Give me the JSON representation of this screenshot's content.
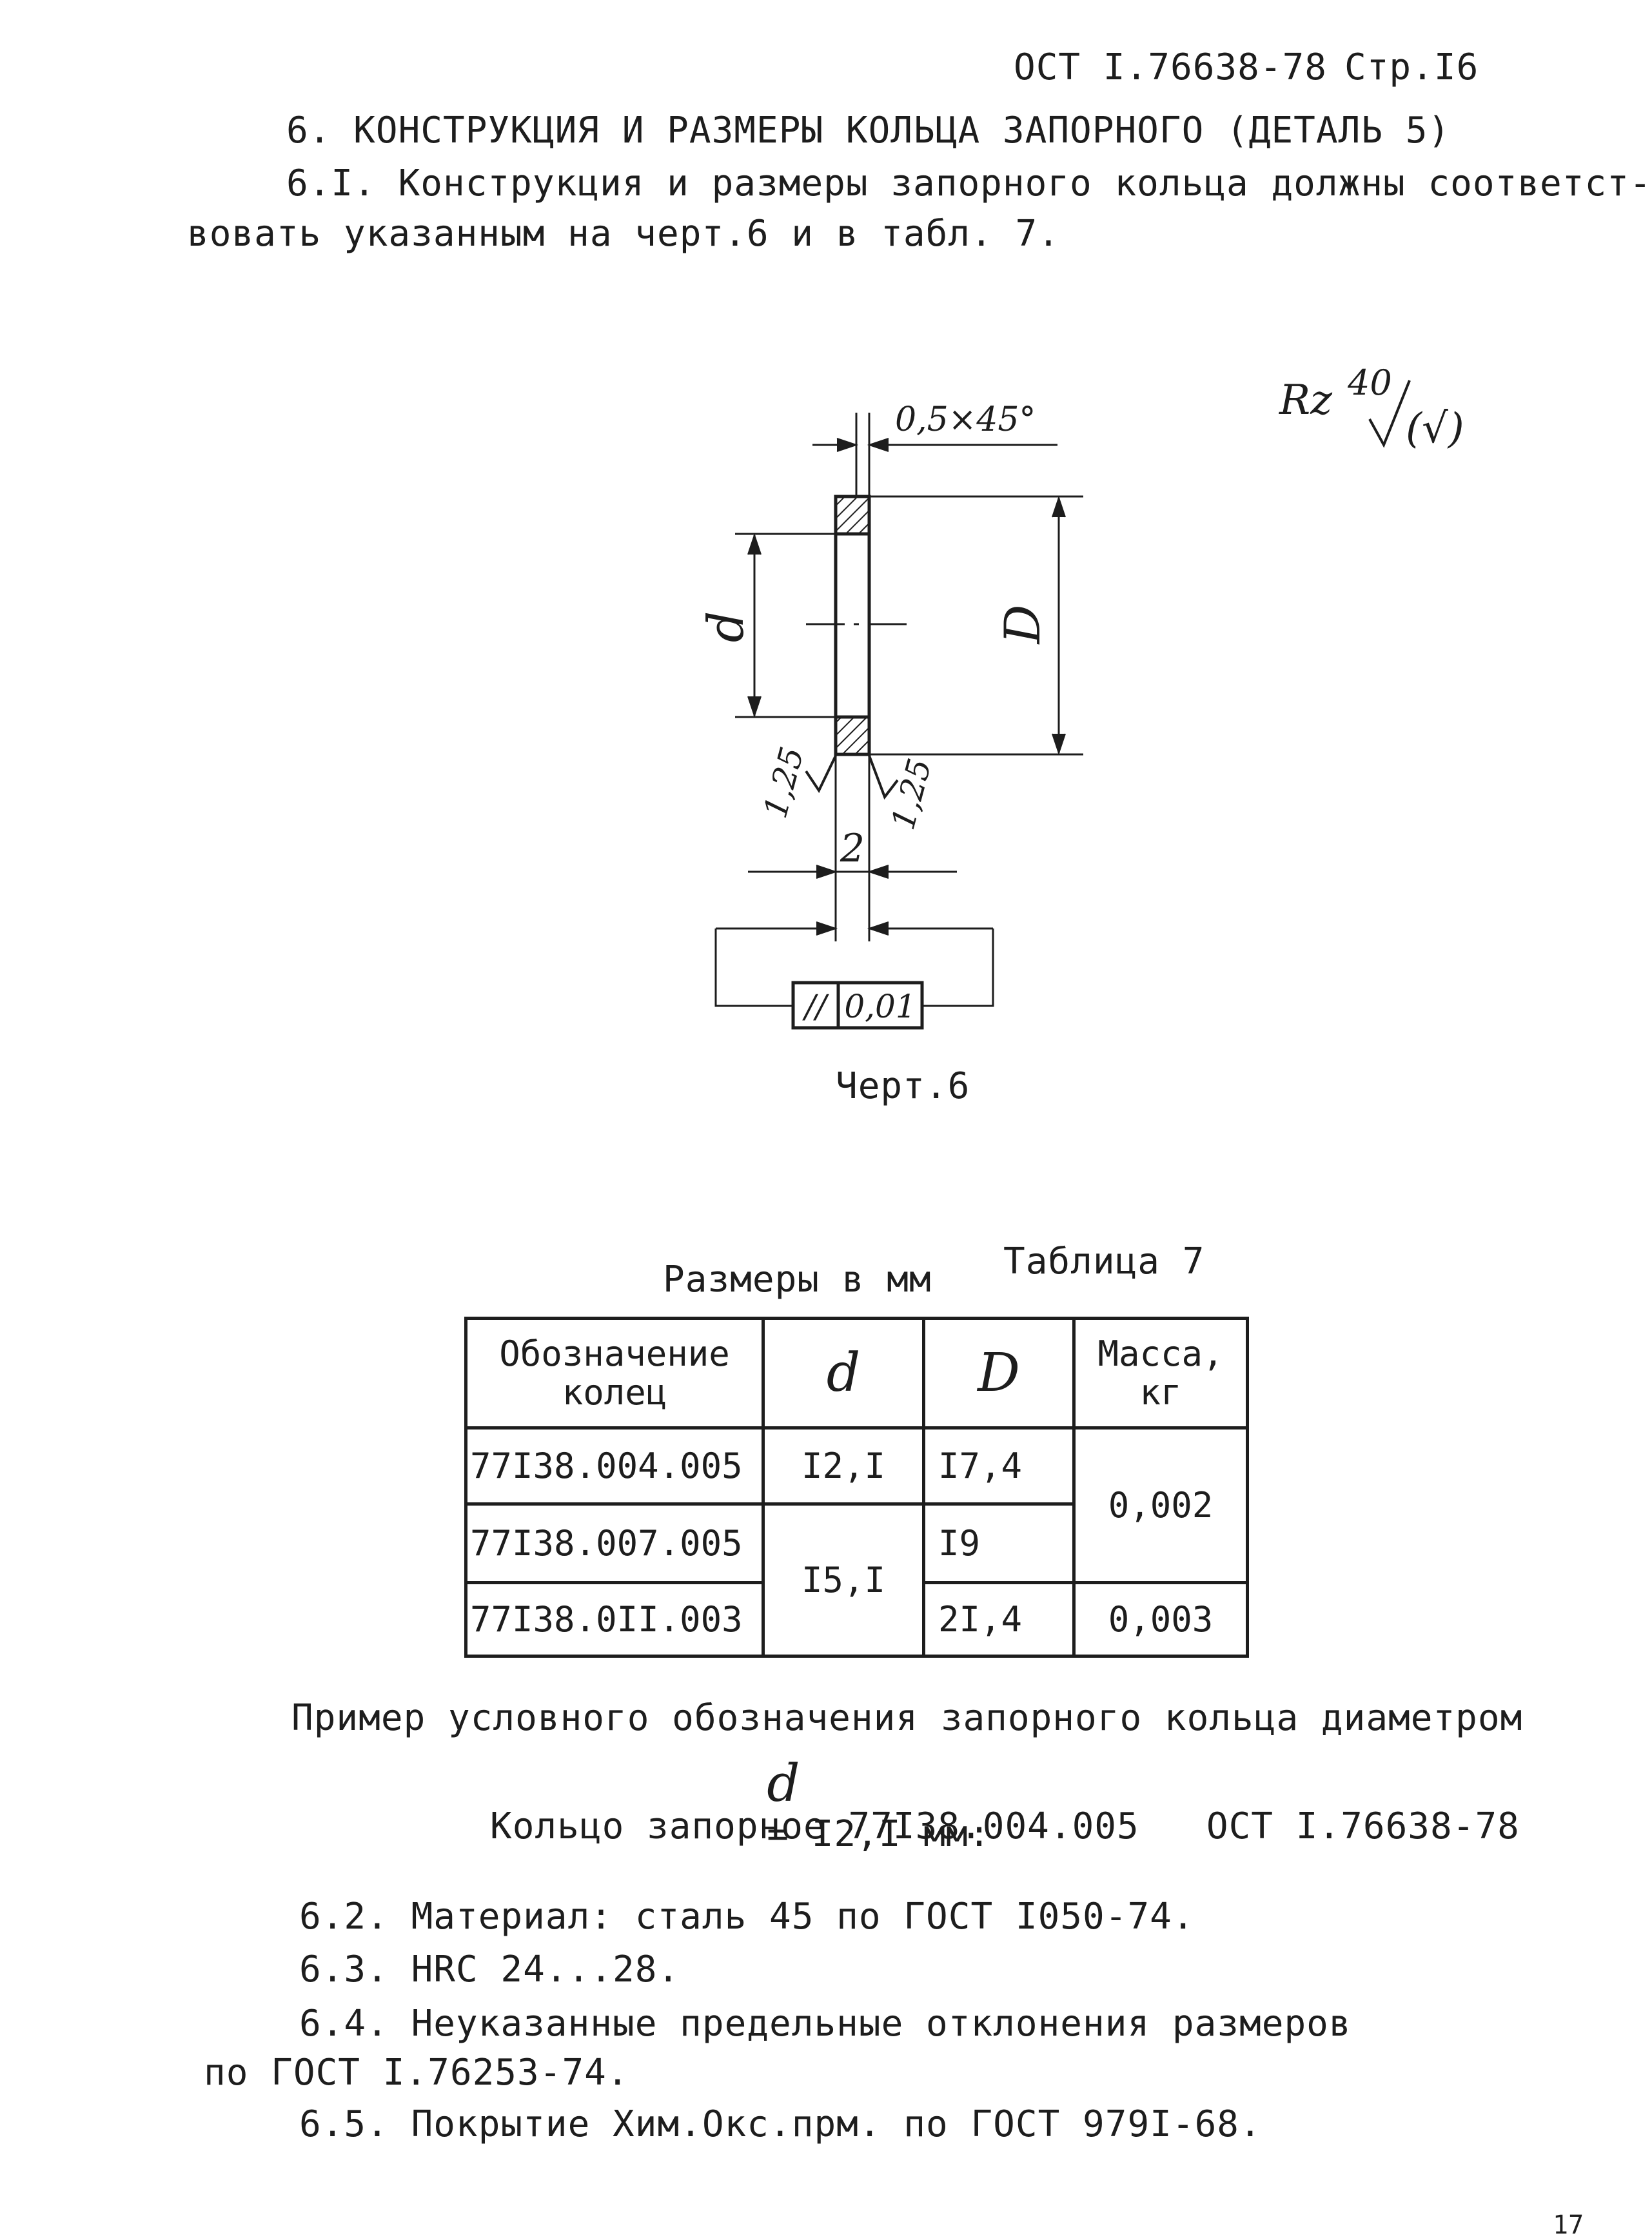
{
  "header": {
    "doc": "ОСТ I.76638-78",
    "page": "Стр.I6"
  },
  "section": {
    "title": "6. КОНСТРУКЦИЯ И РАЗМЕРЫ КОЛЬЦА ЗАПОРНОГО (ДЕТАЛЬ 5)",
    "p1_line1": "6.I. Конструкция и размеры запорного кольца должны соответст-",
    "p1_line2": "вовать указанным на черт.6 и в табл. 7."
  },
  "drawing": {
    "roughness_mark": "Rz 40 (√)",
    "roughness_rz": "Rz",
    "roughness_value": "40",
    "roughness_paren": "(√)",
    "chamfer": "0,5×45°",
    "label_d": "d",
    "label_D": "D",
    "rough_left": "1,25",
    "rough_right": "1,25",
    "thickness": "2",
    "tolerance_symbol": "//",
    "tolerance_value": "0,01",
    "caption": "Черт.6"
  },
  "table": {
    "units": "Размеры в мм",
    "title": "Таблица 7",
    "headers": {
      "designation": "Обозначение\nколец",
      "d": "d",
      "D": "D",
      "mass": "Масса,\nкг"
    },
    "rows": [
      {
        "designation": "77I38.004.005",
        "d": "I2,I",
        "D": "I7,4",
        "mass": "0,002"
      },
      {
        "designation": "77I38.007.005",
        "d": "I5,I",
        "D": "I9",
        "mass": "0,002"
      },
      {
        "designation": "77I38.0II.003",
        "d": "I5,I",
        "D": "2I,4",
        "mass": "0,003"
      }
    ]
  },
  "example": {
    "line1": "Пример условного обозначения запорного кольца диаметром",
    "line2_sym": "d",
    "line2_rest": "= I2,I мм:",
    "line3": "Кольцо запорное 77I38.004.005   ОСТ I.76638-78"
  },
  "items": {
    "i62": "6.2. Материал: сталь 45 по ГОСТ I050-74.",
    "i63": "6.3. HRC 24...28.",
    "i64_line1": "6.4. Неуказанные предельные отклонения размеров",
    "i64_line2": "по ГОСТ I.76253-74.",
    "i65": "6.5. Покрытие Хим.Окс.прм. по ГОСТ 979I-68."
  },
  "corner_number": "17"
}
